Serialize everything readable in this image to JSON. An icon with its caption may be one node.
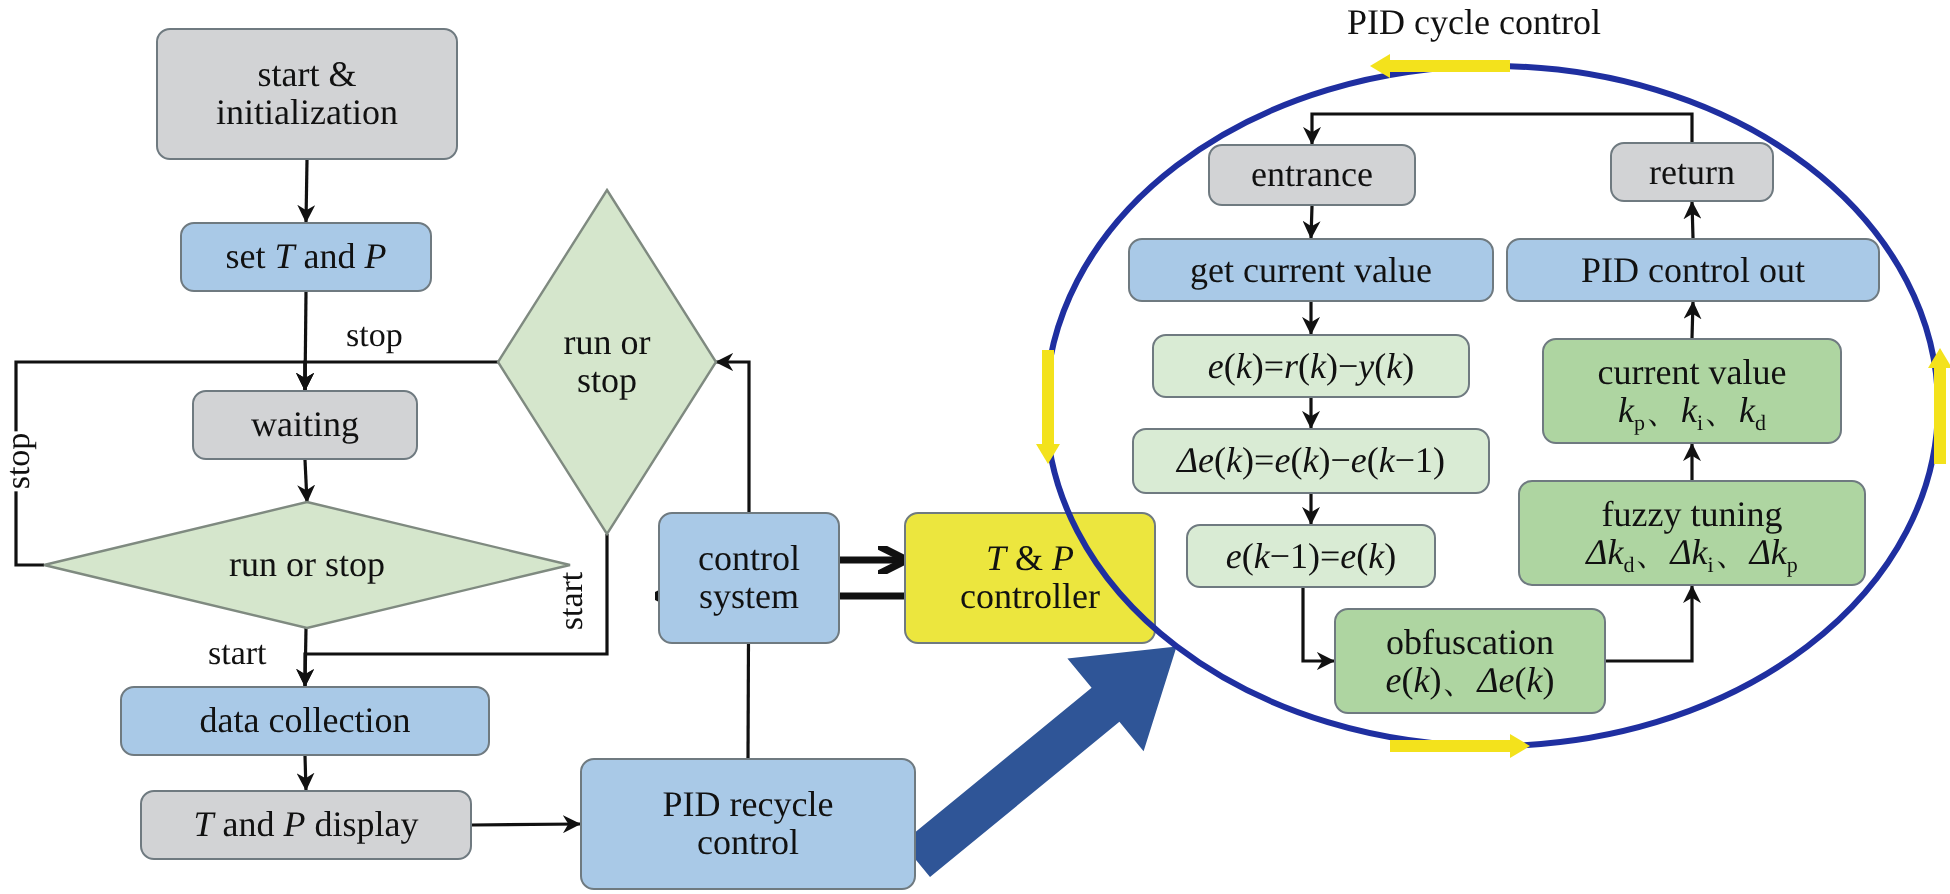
{
  "diagram": {
    "nodes": [
      {
        "text": [
          "start & initialization"
        ]
      },
      {
        "text": [
          "set *T* and *P*"
        ]
      },
      {
        "text": [
          "waiting"
        ]
      },
      {
        "text": [
          "run or stop"
        ]
      },
      {
        "text": [
          "run or stop"
        ]
      },
      {
        "text": [
          "data collection"
        ]
      },
      {
        "text": [
          "*T* and *P* display"
        ]
      },
      {
        "text": [
          "control system"
        ]
      },
      {
        "text": [
          "*T* & *P* controller"
        ]
      },
      {
        "text": [
          "PID recycle control"
        ]
      },
      {
        "text": [
          "PID cycle control"
        ]
      },
      {
        "text": [
          "entrance"
        ],
        "in": 10
      },
      {
        "text": [
          "get current value"
        ],
        "in": 10
      },
      {
        "text": [
          "*e*(*k*)=*r*(*k*)−*y*(*k*)"
        ],
        "in": 10
      },
      {
        "text": [
          "*Δe*(*k*)=*e*(*k*)−*e*(*k*−1)"
        ],
        "in": 10
      },
      {
        "text": [
          "*e*(*k*−1)=*e*(*k*)"
        ],
        "in": 10
      },
      {
        "text": [
          "obfuscation",
          "*e*(*k*)、*Δe*(*k*)"
        ],
        "in": 10
      },
      {
        "text": [
          "fuzzy tuning",
          "*Δk*$_{d}$、*Δk*$_{i}$、*Δk*$_{p}$"
        ],
        "in": 10
      },
      {
        "text": [
          "current value",
          "*k*$_{p}$、*k*$_{i}$、*k*$_{d}$"
        ],
        "in": 10
      },
      {
        "text": [
          "PID control out"
        ],
        "in": 10
      },
      {
        "text": [
          "return"
        ],
        "in": 10
      }
    ],
    "edges": [
      {
        "from": 0,
        "to": 1,
        "arrow": "to"
      },
      {
        "from": 1,
        "to": 2,
        "arrow": "to"
      },
      {
        "from": 2,
        "to": 3,
        "arrow": "to"
      },
      {
        "from": 3,
        "to": 2,
        "arrow": "to",
        "label": "stop"
      },
      {
        "from": 4,
        "to": 2,
        "arrow": "to",
        "label": "stop"
      },
      {
        "from": 3,
        "to": 5,
        "arrow": "to",
        "label": "start"
      },
      {
        "from": 4,
        "to": 5,
        "arrow": "to",
        "label": "start"
      },
      {
        "from": 5,
        "to": 6,
        "arrow": "to"
      },
      {
        "from": 6,
        "to": 9,
        "arrow": "to"
      },
      {
        "from": 9,
        "to": 7,
        "arrow": "to"
      },
      {
        "from": 7,
        "to": 4,
        "arrow": "to"
      },
      {
        "from": 7,
        "to": 8,
        "arrow": "to",
        "style": "thick"
      },
      {
        "from": 8,
        "to": 7,
        "arrow": "to",
        "style": "thick"
      },
      {
        "from": 9,
        "to": 10,
        "arrow": "to",
        "style": "thick",
        "color": "#2f5597"
      },
      {
        "from": 11,
        "to": 12,
        "arrow": "to"
      },
      {
        "from": 12,
        "to": 13,
        "arrow": "to"
      },
      {
        "from": 13,
        "to": 14,
        "arrow": "to"
      },
      {
        "from": 14,
        "to": 15,
        "arrow": "to"
      },
      {
        "from": 15,
        "to": 16,
        "arrow": "to"
      },
      {
        "from": 16,
        "to": 17,
        "arrow": "to"
      },
      {
        "from": 17,
        "to": 18,
        "arrow": "to"
      },
      {
        "from": 18,
        "to": 19,
        "arrow": "to"
      },
      {
        "from": 19,
        "to": 20,
        "arrow": "to"
      },
      {
        "from": 20,
        "to": 11,
        "arrow": "to"
      }
    ]
  }
}
